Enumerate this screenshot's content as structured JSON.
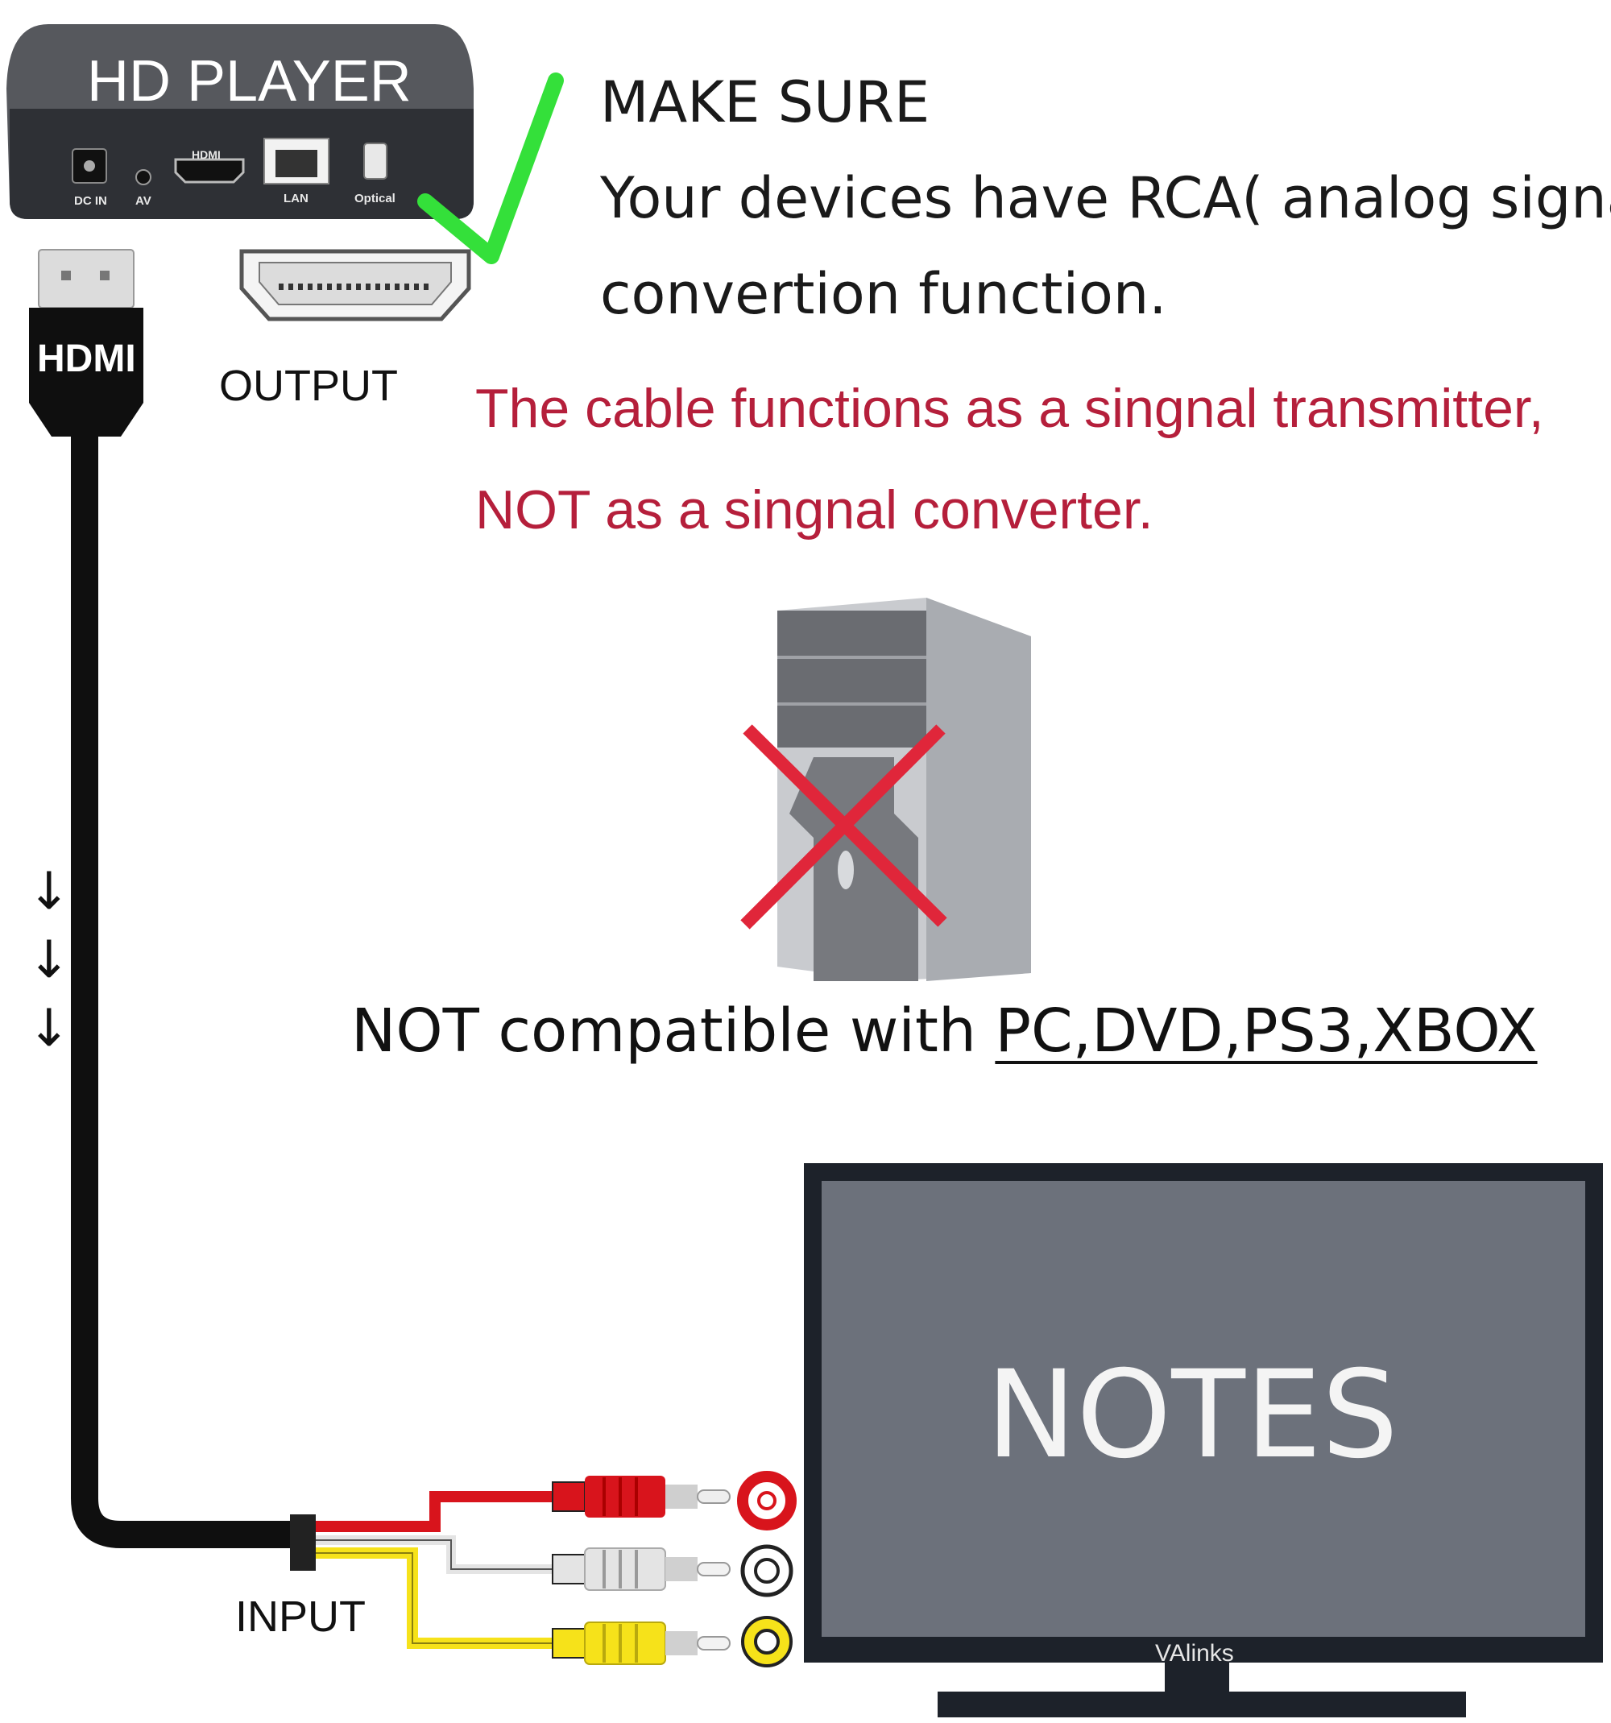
{
  "device": {
    "name": "HD PLAYER",
    "ports": {
      "dc_in": "DC IN",
      "av": "AV",
      "hdmi": "HDMI",
      "lan": "LAN",
      "optical": "Optical"
    }
  },
  "hdmi_plug_label": "HDMI",
  "output_label": "OUTPUT",
  "input_label": "INPUT",
  "notice": {
    "heading": "MAKE SURE",
    "line1": "Your devices have RCA( analog signal)",
    "line2": "convertion function."
  },
  "warning": {
    "line1": "The cable functions as a singnal transmitter,",
    "line2": "NOT as a singnal converter."
  },
  "compat": {
    "prefix": "NOT compatible with ",
    "devices": "PC,DVD,PS3,XBOX"
  },
  "tv": {
    "screen_text": "NOTES",
    "brand": "VAlinks"
  },
  "flow_arrows": [
    "↓",
    "↓",
    "↓"
  ],
  "icons": {
    "check": "checkmark-icon",
    "cross": "cross-icon",
    "pc": "pc-tower-icon"
  },
  "colors": {
    "check_green": "#34e03a",
    "cross_red": "#e0263a",
    "warning_red": "#b51f3b",
    "rca_red": "#d8141c",
    "rca_white": "#e4e4e4",
    "rca_yellow": "#f6e21a",
    "tv_screen": "#6c717b",
    "tv_frame": "#1d222a",
    "device_body": "#55575c"
  }
}
